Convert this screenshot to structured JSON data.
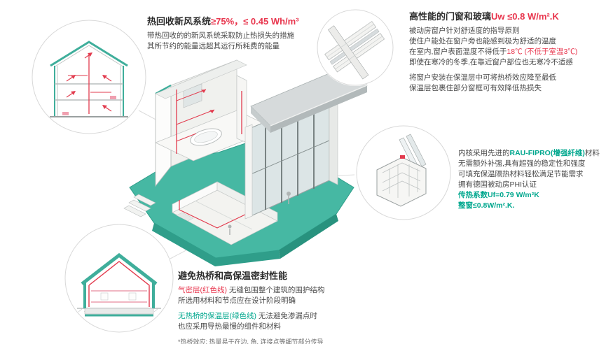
{
  "colors": {
    "accent_red": "#e8354d",
    "accent_green": "#00a78e",
    "teal_ground": "#46b8a3",
    "teal_dark": "#2f9e8a",
    "line_gray": "#c2c6c5"
  },
  "blocks": {
    "ventilation": {
      "title_black": "热回收新风系统",
      "title_red": "≥75%，≤ 0.45 Wh/m³",
      "line1": "带热回收的的新风系统采取防止热损失的措施",
      "line2": "其所节约的能量远超其运行所耗费的能量"
    },
    "windows": {
      "title_black": "高性能的门窗和玻璃",
      "title_red": "Uw ≤0.8 W/m².K",
      "line1": "被动房窗户针对舒适度的指导原则",
      "line2": "使住户能处在窗户旁也能感到极为舒适的温度",
      "line3a": "在室内,窗户表面温度不得低于",
      "line3b": "18℃",
      "line3c": " (不低于室温3℃)",
      "line4": "即使在寒冷的冬季,在靠近窗户部位也无寒冷不适感",
      "line5": "将窗户安装在保温层中可将热桥效应降至最低",
      "line6": "保温层包裹住部分窗框可有效降低热损失"
    },
    "profile": {
      "line1a": "内核采用先进的",
      "line1b": "RAU-FIPRO(增强纤维)",
      "line1c": "材料",
      "line2": "无需额外补强,具有超强的稳定性和强度",
      "line3": "可填充保温隔热材料轻松满足节能需求",
      "line4": "拥有德国被动房PHI认证",
      "line5": "传热系数Uf=0.79 W/m²K",
      "line6": "整窗≤0.8W/m².K."
    },
    "insulation": {
      "title": "避免热桥和高保温密封性能",
      "line1a": "气密层(红色线)",
      "line1b": " 无缝包围整个建筑的围护结构",
      "line2": "所选用材料和节点应在设计阶段明确",
      "line3a": "无热桥的保温层(绿色线)",
      "line3b": " 无法避免渗漏点时",
      "line4": "也应采用导热最慢的组件和材料",
      "footnote": "*热桥效应: 热量易于在边, 角, 连接点等细节部分传导"
    }
  }
}
